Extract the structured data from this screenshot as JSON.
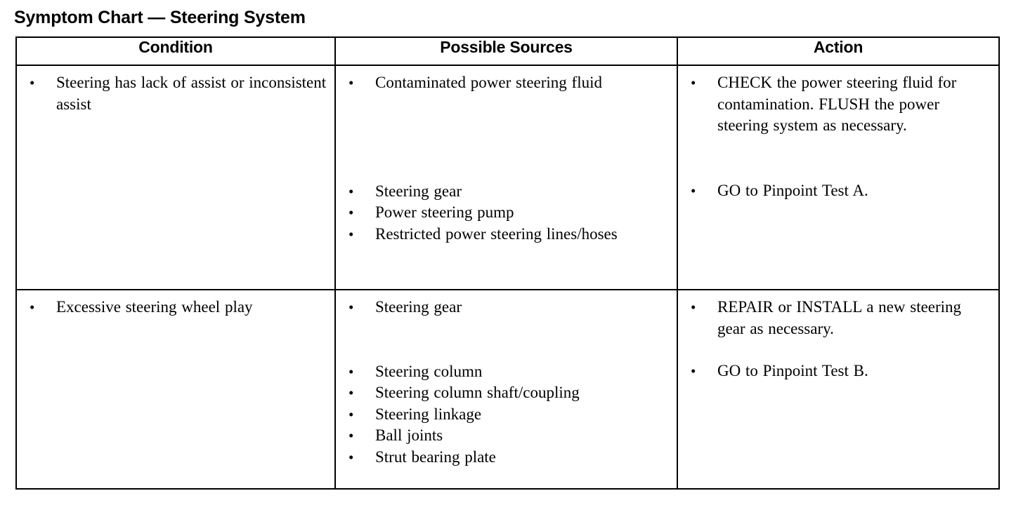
{
  "title": "Symptom Chart — Steering System",
  "table": {
    "headers": {
      "condition": "Condition",
      "sources": "Possible Sources",
      "action": "Action"
    },
    "rows": [
      {
        "condition": [
          "Steering has lack of assist or inconsistent assist"
        ],
        "sources_group_1": [
          "Contaminated power steering fluid"
        ],
        "sources_group_2": [
          "Steering gear",
          "Power steering pump",
          "Restricted power steering lines/hoses"
        ],
        "action_group_1": [
          "CHECK the power steering fluid for contamination. FLUSH the power steering system as necessary."
        ],
        "action_group_2": [
          "GO to Pinpoint Test A."
        ]
      },
      {
        "condition": [
          "Excessive steering wheel play"
        ],
        "sources_group_1": [
          "Steering gear"
        ],
        "sources_group_2": [
          "Steering column",
          "Steering column shaft/coupling",
          "Steering linkage",
          "Ball joints",
          "Strut bearing plate"
        ],
        "action_group_1": [
          "REPAIR or INSTALL a new steering gear as necessary."
        ],
        "action_group_2": [
          "GO to Pinpoint Test B."
        ]
      }
    ]
  },
  "colors": {
    "text": "#000000",
    "background": "#ffffff",
    "border": "#000000"
  }
}
